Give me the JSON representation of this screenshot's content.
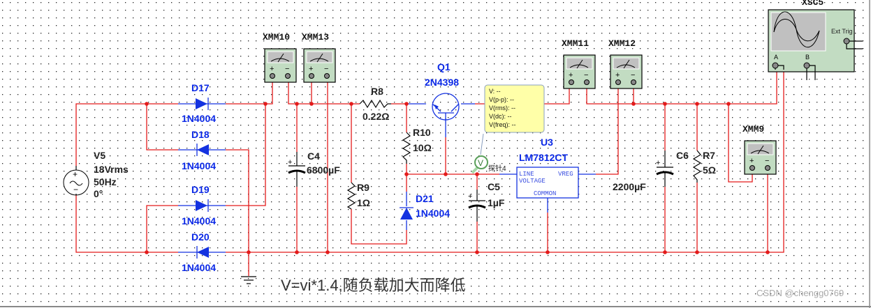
{
  "title": "Multisim schematic - transistor-boosted LM7812 regulator",
  "sources": [
    {
      "ref": "V5",
      "value": "18Vrms",
      "freq": "50Hz",
      "phase": "0°"
    }
  ],
  "diodes": [
    {
      "ref": "D17",
      "model": "1N4004"
    },
    {
      "ref": "D18",
      "model": "1N4004"
    },
    {
      "ref": "D19",
      "model": "1N4004"
    },
    {
      "ref": "D20",
      "model": "1N4004"
    },
    {
      "ref": "D21",
      "model": "1N4004"
    }
  ],
  "capacitors": [
    {
      "ref": "C4",
      "value": "6800µF"
    },
    {
      "ref": "C5",
      "value": "1µF"
    },
    {
      "ref": "C6",
      "value": "2200µF"
    }
  ],
  "resistors": [
    {
      "ref": "R8",
      "value": "0.22Ω"
    },
    {
      "ref": "R10",
      "value": "10Ω"
    },
    {
      "ref": "R9",
      "value": "1Ω"
    },
    {
      "ref": "R7",
      "value": "5Ω"
    }
  ],
  "transistor": {
    "ref": "Q1",
    "model": "2N4398"
  },
  "regulator": {
    "ref": "U3",
    "model": "LM7812CT",
    "pins": {
      "line": "LINE",
      "voltage": "VOLTAGE",
      "vreg": "VREG",
      "common": "COMMON"
    }
  },
  "multimeters": [
    {
      "ref": "XMM10"
    },
    {
      "ref": "XMM13"
    },
    {
      "ref": "XMM11"
    },
    {
      "ref": "XMM12"
    },
    {
      "ref": "XMM9"
    }
  ],
  "oscilloscope": {
    "ref": "XSC5",
    "ext_trig": "Ext Trig",
    "channel_a": "A",
    "channel_b": "B"
  },
  "probe": {
    "label": "探针4",
    "icon": "V",
    "readouts": [
      "V: --",
      "V(p-p): --",
      "V(rms): --",
      "V(dc): --",
      "V(freq): --"
    ]
  },
  "annotation": "V=vi*1.4,随负载加大而降低",
  "watermark": "CSDN @chengg0769",
  "colors": {
    "wire": "#e31b1b",
    "component": "#1432e0",
    "meter_body": "#c2dcc2",
    "probe_box": "#ffffa8"
  }
}
